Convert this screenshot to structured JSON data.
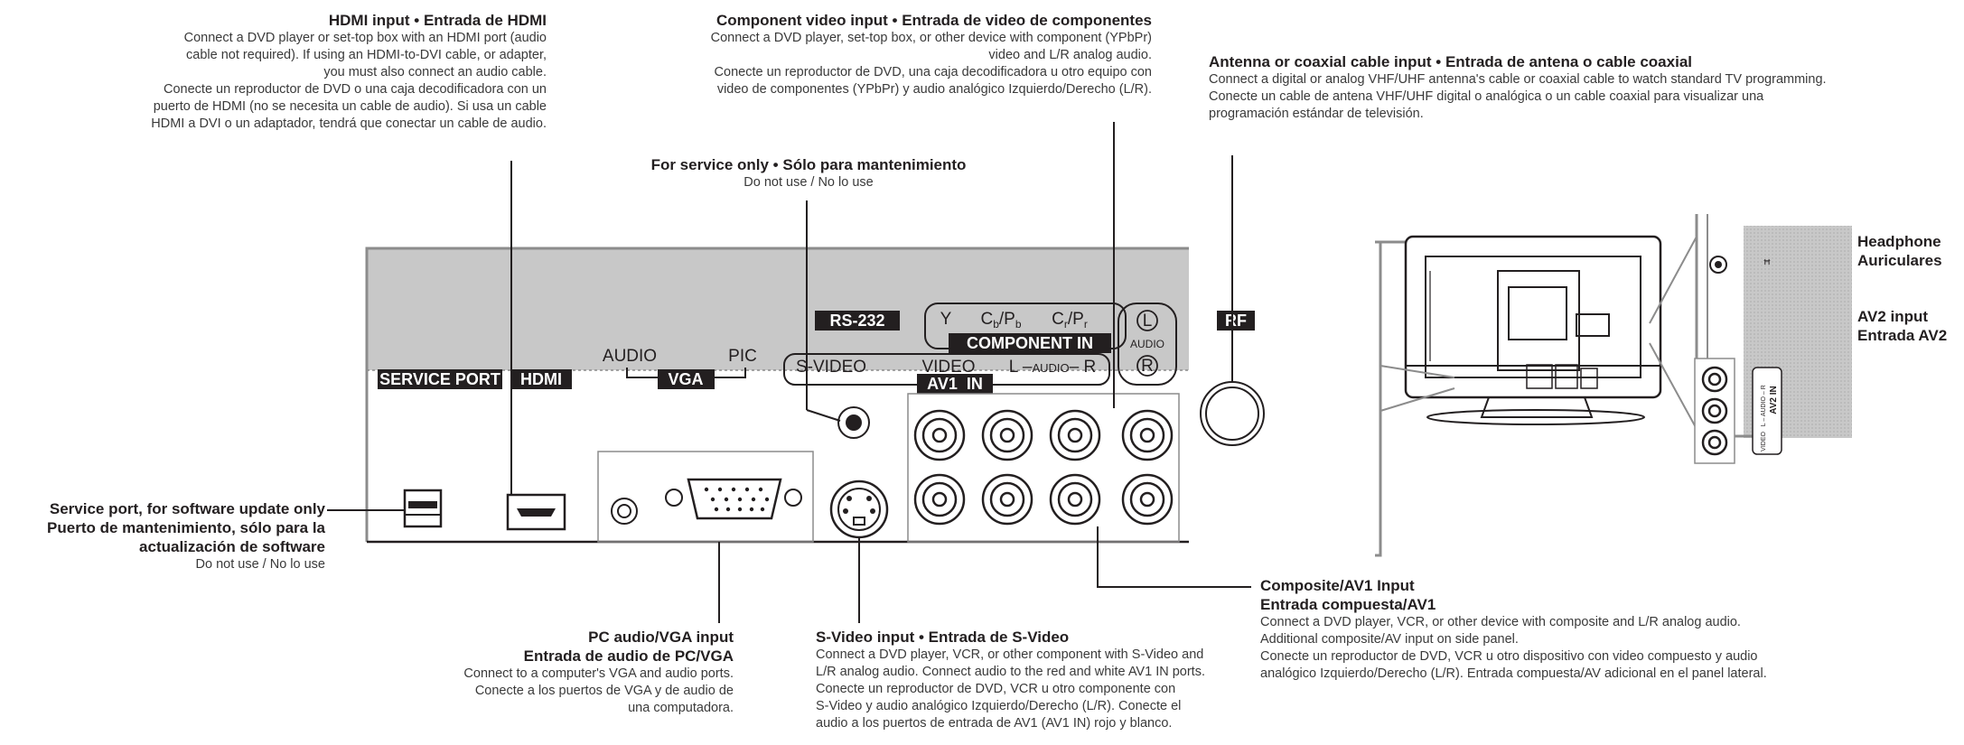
{
  "callouts": {
    "hdmi": {
      "title": "HDMI input • Entrada de HDMI",
      "lines": [
        "Connect a DVD player or set-top box with an HDMI port (audio",
        "cable not required). If using an HDMI-to-DVI cable, or adapter,",
        "you must also connect an audio cable.",
        "Conecte un reproductor de DVD o una caja decodificadora con un",
        "puerto de HDMI (no se necesita un cable de audio). Si usa un cable",
        "HDMI a DVI o un adaptador, tendrá que conectar un cable de audio."
      ]
    },
    "component": {
      "title": "Component video input • Entrada de video de componentes",
      "lines": [
        "Connect a DVD player, set-top box, or other device with component (YPbPr)",
        "video and L/R analog audio.",
        "Conecte un reproductor de DVD, una caja decodificadora u otro equipo con",
        "video de componentes (YPbPr) y audio analógico Izquierdo/Derecho (L/R)."
      ]
    },
    "antenna": {
      "title": "Antenna or coaxial cable input • Entrada de antena o cable coaxial",
      "lines": [
        "Connect a digital or analog VHF/UHF antenna's cable or coaxial cable to watch standard TV programming.",
        "Conecte un cable de antena VHF/UHF digital o analógica o un cable coaxial para visualizar una",
        "programación estándar de televisión."
      ]
    },
    "service_only": {
      "title": "For service only • Sólo para mantenimiento",
      "lines": [
        "Do not use / No lo use"
      ]
    },
    "headphone": {
      "title_lines": [
        "Headphone",
        "Auriculares"
      ]
    },
    "av2": {
      "title_lines": [
        "AV2 input",
        "Entrada AV2"
      ]
    },
    "service_port": {
      "title_lines": [
        "Service port, for software update only",
        "Puerto de mantenimiento, sólo para la",
        "actualización de software"
      ],
      "lines": [
        "Do not use / No lo use"
      ]
    },
    "pc_vga": {
      "title_lines": [
        "PC audio/VGA input",
        "Entrada de audio de PC/VGA"
      ],
      "lines": [
        "Connect to a computer's VGA and audio ports.",
        "Conecte a los puertos de VGA y de audio de",
        "una computadora."
      ]
    },
    "svideo": {
      "title": "S-Video input • Entrada de S-Video",
      "lines": [
        "Connect a DVD player, VCR, or other component with S-Video and",
        "L/R analog audio. Connect audio to the red and white AV1 IN ports.",
        "Conecte un reproductor de DVD, VCR u otro componente con",
        "S-Video y audio analógico Izquierdo/Derecho (L/R). Conecte el",
        "audio a los puertos de entrada de AV1 (AV1 IN) rojo y blanco."
      ]
    },
    "composite": {
      "title_lines": [
        "Composite/AV1 Input",
        "Entrada compuesta/AV1"
      ],
      "lines": [
        "Connect a DVD player, VCR, or other device with composite and L/R analog audio.",
        "Additional composite/AV input on side panel.",
        "Conecte un reproductor de DVD, VCR u otro dispositivo con video compuesto y audio",
        "analógico Izquierdo/Derecho (L/R). Entrada compuesta/AV adicional en el panel lateral."
      ]
    }
  },
  "panel": {
    "service_port": "SERVICE PORT",
    "hdmi": "HDMI",
    "audio": "AUDIO",
    "pic": "PIC",
    "vga": "VGA",
    "rs232": "RS-232",
    "rf": "RF",
    "y": "Y",
    "cb": "C",
    "cb_sub": "b",
    "pb": "/P",
    "pb_sub": "b",
    "cr": "C",
    "cr_sub": "r",
    "pr": "/P",
    "pr_sub": "r",
    "component_in": "COMPONENT IN",
    "svideo": "S-VIDEO",
    "video": "VIDEO",
    "l_audio_r_l": "L –",
    "l_audio_r_audio": "AUDIO",
    "l_audio_r_r": "– R",
    "av1_in": "AV1  IN",
    "audio_l": "L",
    "audio_small": "AUDIO",
    "audio_r": "R",
    "side_label": "AV2 IN",
    "side_small": "VIDEO   L – AUDIO – R"
  },
  "colors": {
    "panel_gray": "#c8c8c8",
    "dark_gray": "#8c8c8c",
    "badge": "#231f20",
    "line": "#231f20"
  }
}
